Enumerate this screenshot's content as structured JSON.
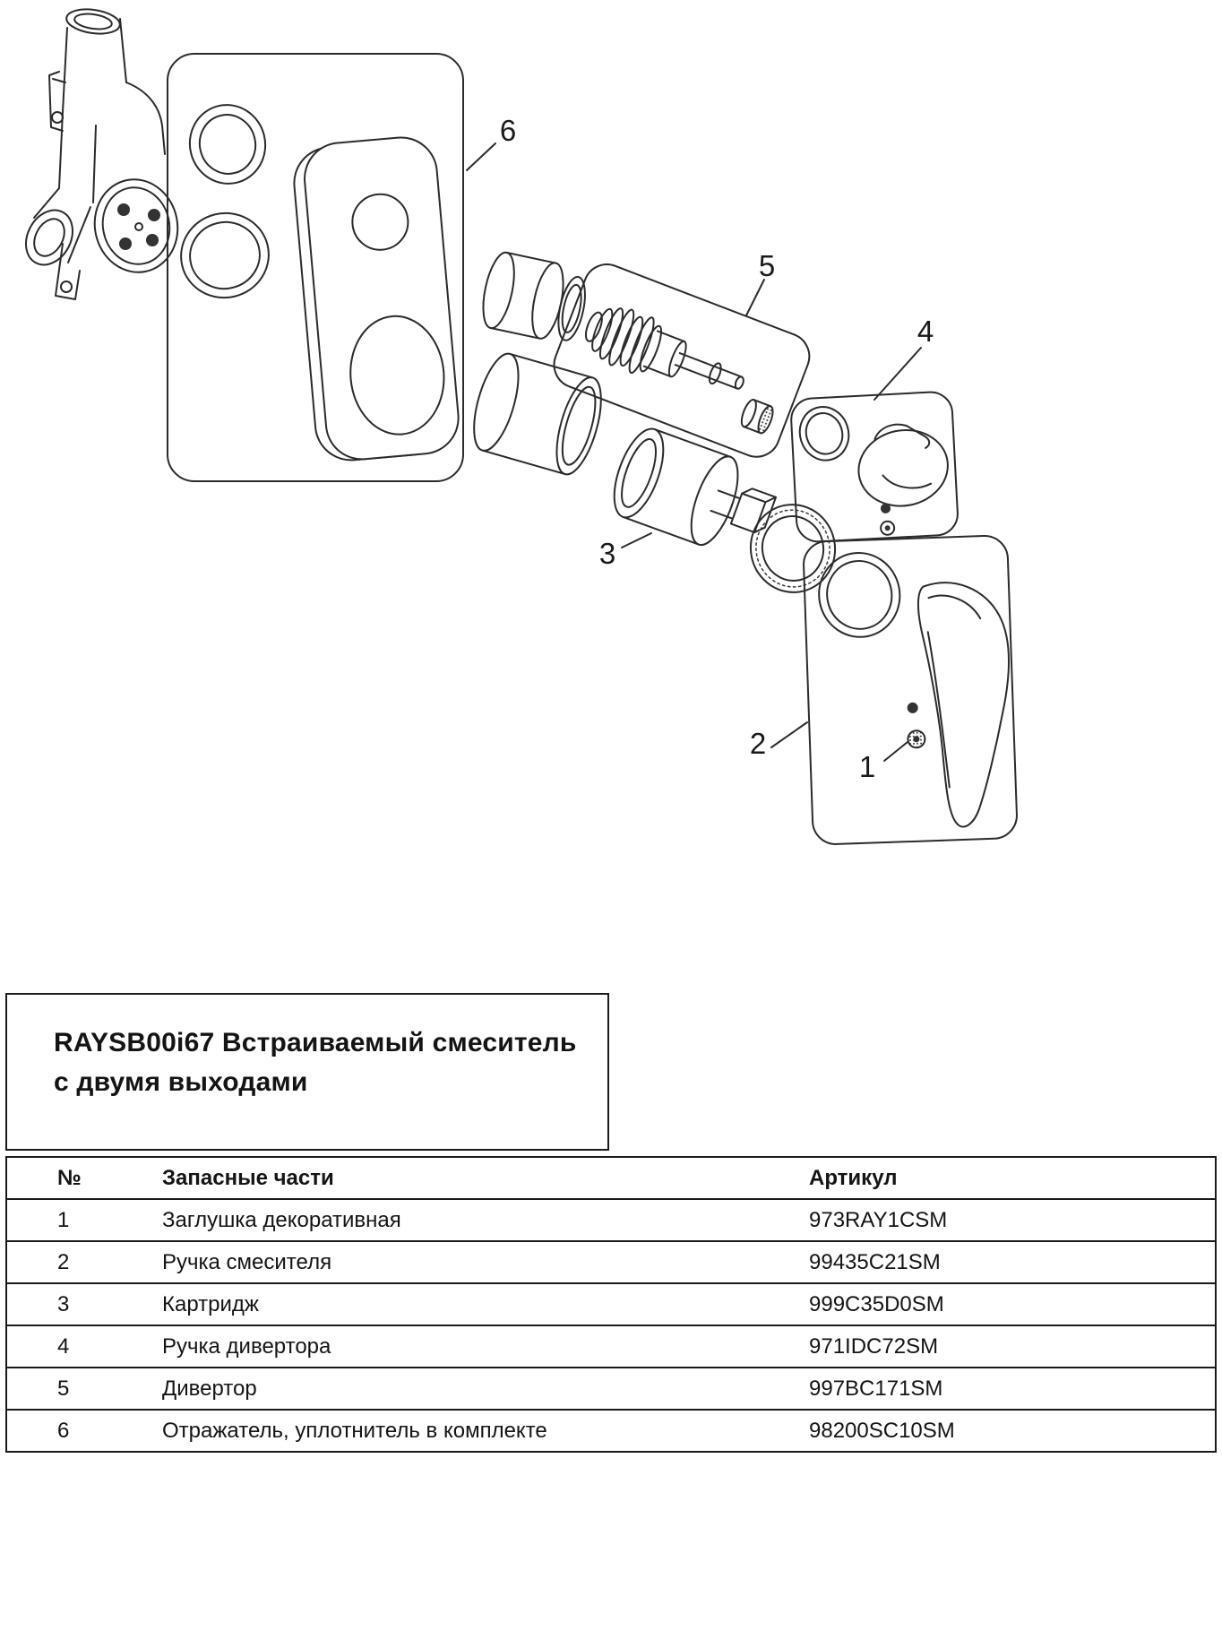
{
  "title": {
    "line1": "RAYSB00i67 Встраиваемый смеситель",
    "line2": "с двумя выходами"
  },
  "table": {
    "headers": {
      "num": "№",
      "parts": "Запасные части",
      "article": "Артикул"
    },
    "rows": [
      {
        "num": "1",
        "name": "Заглушка декоративная",
        "article": "973RAY1CSM"
      },
      {
        "num": "2",
        "name": "Ручка смесителя",
        "article": "99435C21SM"
      },
      {
        "num": "3",
        "name": "Картридж",
        "article": "999C35D0SM"
      },
      {
        "num": "4",
        "name": "Ручка дивертора",
        "article": "971IDC72SM"
      },
      {
        "num": "5",
        "name": "Дивертор",
        "article": "997BC171SM"
      },
      {
        "num": "6",
        "name": "Отражатель, уплотнитель в комплекте",
        "article": "98200SC10SM"
      }
    ]
  },
  "diagram": {
    "callouts": [
      {
        "label": "1"
      },
      {
        "label": "2"
      },
      {
        "label": "3"
      },
      {
        "label": "4"
      },
      {
        "label": "5"
      },
      {
        "label": "6"
      }
    ]
  }
}
